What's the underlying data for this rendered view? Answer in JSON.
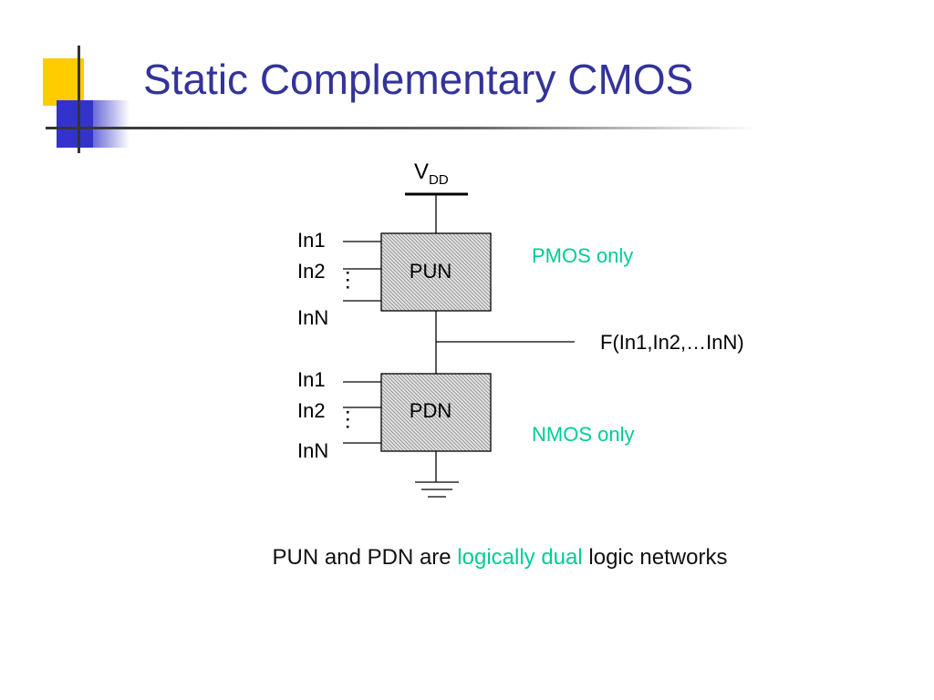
{
  "slide": {
    "title": "Static Complementary CMOS"
  },
  "diagram": {
    "supply_label_main": "V",
    "supply_label_sub": "DD",
    "pun": {
      "label": "PUN",
      "inputs": [
        "In1",
        "In2",
        "InN"
      ],
      "annotation": "PMOS only"
    },
    "pdn": {
      "label": "PDN",
      "inputs": [
        "In1",
        "In2",
        "InN"
      ],
      "annotation": "NMOS only"
    },
    "output_label": "F(In1,In2,…InN)"
  },
  "caption": {
    "before": "PUN and PDN are ",
    "highlight": "logically dual",
    "after": " logic networks"
  },
  "colors": {
    "title": "#333399",
    "accent": "#00cc99",
    "deco_yellow": "#ffcc00",
    "deco_blue": "#3333cc"
  }
}
